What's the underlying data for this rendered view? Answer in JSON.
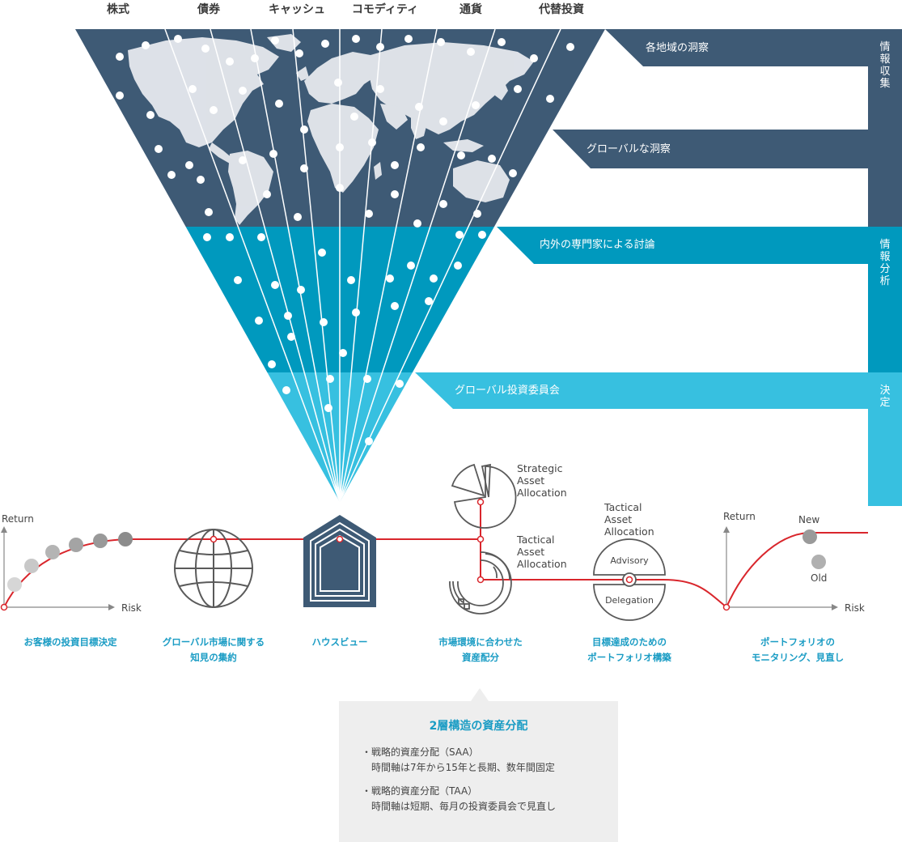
{
  "asset_classes": [
    "株式",
    "債券",
    "キャッシュ",
    "コモディティ",
    "通貨",
    "代替投資"
  ],
  "phases": [
    {
      "label": "情報収集",
      "color": "#3e5a75"
    },
    {
      "label": "情報分析",
      "color": "#0099be"
    },
    {
      "label": "決定",
      "color": "#37c0e0"
    }
  ],
  "bands": [
    {
      "label": "各地域の洞察",
      "color": "#3e5a75"
    },
    {
      "label": "グローバルな洞察",
      "color": "#3e5a75"
    },
    {
      "label": "内外の専門家による討論",
      "color": "#0099be"
    },
    {
      "label": "グローバル投資委員会",
      "color": "#37c0e0"
    }
  ],
  "process_steps": [
    {
      "label_line1": "お客様の投資目標決定",
      "label_line2": ""
    },
    {
      "label_line1": "グローバル市場に関する",
      "label_line2": "知見の集約"
    },
    {
      "label_line1": "ハウスビュー",
      "label_line2": ""
    },
    {
      "label_line1": "市場環境に合わせた",
      "label_line2": "資産配分"
    },
    {
      "label_line1": "目標達成のための",
      "label_line2": "ポートフォリオ構築"
    },
    {
      "label_line1": "ポートフォリオの",
      "label_line2": "モニタリング、見直し"
    }
  ],
  "charts": {
    "return_label": "Return",
    "risk_label": "Risk",
    "new_label": "New",
    "old_label": "Old"
  },
  "allocation": {
    "strategic": [
      "Strategic",
      "Asset",
      "Allocation"
    ],
    "tactical": [
      "Tactical",
      "Asset",
      "Allocation"
    ],
    "tactical2": [
      "Tactical",
      "Asset",
      "Allocation"
    ],
    "advisory": "Advisory",
    "delegation": "Delegation"
  },
  "note": {
    "title": "2層構造の資産分配",
    "items": [
      {
        "line1": "戦略的資産分配（SAA）",
        "line2": "時間軸は7年から15年と長期、数年間固定"
      },
      {
        "line1": "戦略的資産分配（TAA）",
        "line2": "時間軸は短期、毎月の投資委員会で見直し"
      }
    ]
  },
  "colors": {
    "navy": "#3e5a75",
    "teal": "#0099be",
    "sky": "#37c0e0",
    "red": "#d9262c",
    "gray": "#5a5a5a"
  }
}
